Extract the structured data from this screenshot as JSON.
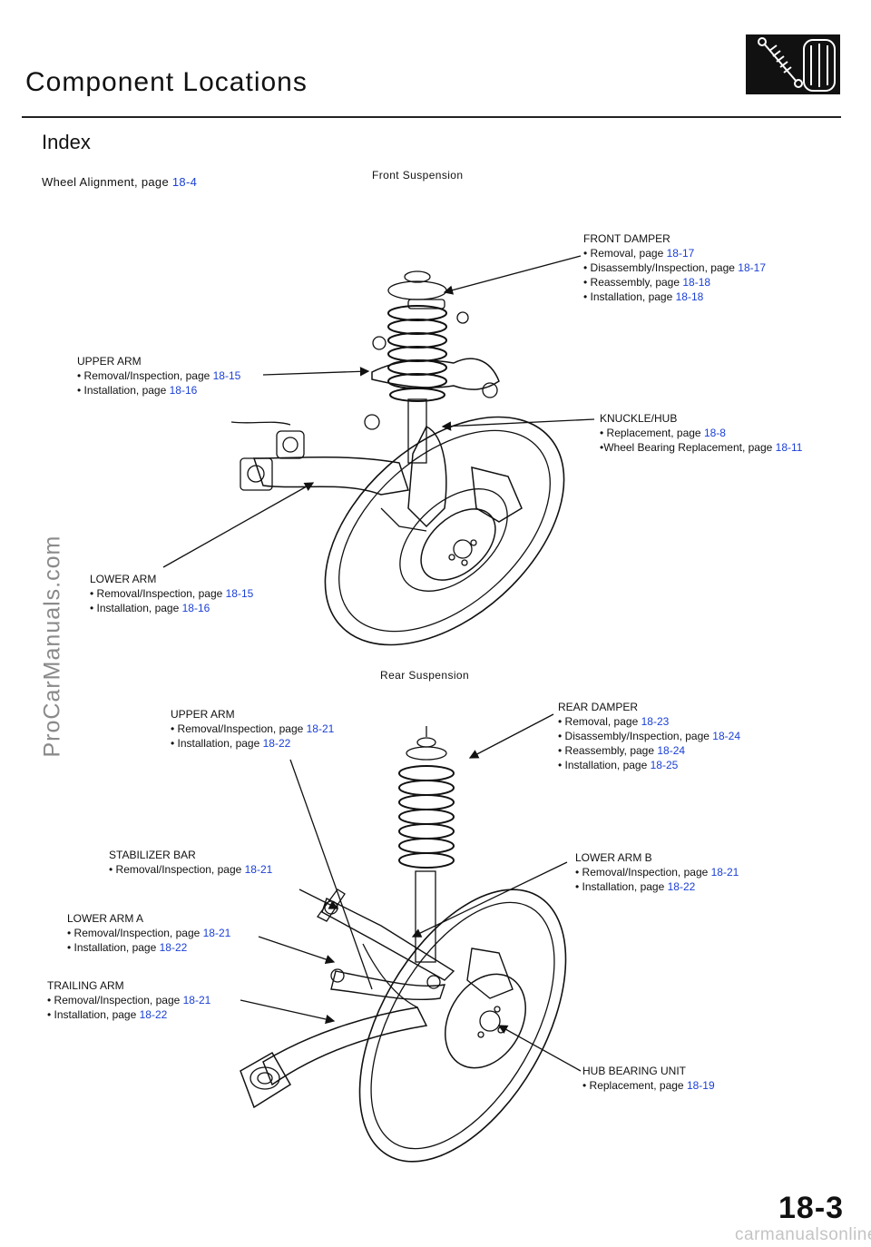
{
  "header": {
    "title": "Component Locations",
    "subtitle": "Index",
    "wheel_alignment": {
      "text": "Wheel Alignment, page ",
      "page": "18-4"
    }
  },
  "front": {
    "caption": "Front Suspension",
    "damper": {
      "name": "FRONT DAMPER",
      "items": [
        {
          "text": "• Removal, page ",
          "page": "18-17"
        },
        {
          "text": "• Disassembly/Inspection, page ",
          "page": "18-17"
        },
        {
          "text": "• Reassembly, page ",
          "page": "18-18"
        },
        {
          "text": "• Installation, page ",
          "page": "18-18"
        }
      ]
    },
    "upper_arm": {
      "name": "UPPER ARM",
      "items": [
        {
          "text": "• Removal/Inspection, page ",
          "page": "18-15"
        },
        {
          "text": "• Installation, page ",
          "page": "18-16"
        }
      ]
    },
    "knuckle": {
      "name": "KNUCKLE/HUB",
      "items": [
        {
          "text": "• Replacement, page ",
          "page": "18-8"
        },
        {
          "text": "•Wheel Bearing Replacement, page ",
          "page": "18-11"
        }
      ]
    },
    "lower_arm": {
      "name": "LOWER ARM",
      "items": [
        {
          "text": "• Removal/Inspection, page ",
          "page": "18-15"
        },
        {
          "text": "• Installation, page ",
          "page": "18-16"
        }
      ]
    }
  },
  "rear": {
    "caption": "Rear Suspension",
    "upper_arm": {
      "name": "UPPER ARM",
      "items": [
        {
          "text": "• Removal/Inspection, page ",
          "page": "18-21"
        },
        {
          "text": "• Installation, page ",
          "page": "18-22"
        }
      ]
    },
    "damper": {
      "name": "REAR DAMPER",
      "items": [
        {
          "text": "• Removal, page ",
          "page": "18-23"
        },
        {
          "text": "• Disassembly/Inspection, page ",
          "page": "18-24"
        },
        {
          "text": "• Reassembly, page ",
          "page": "18-24"
        },
        {
          "text": "• Installation, page ",
          "page": "18-25"
        }
      ]
    },
    "stabilizer": {
      "name": "STABILIZER BAR",
      "items": [
        {
          "text": "• Removal/Inspection, page ",
          "page": "18-21"
        }
      ]
    },
    "lower_arm_b": {
      "name": "LOWER ARM B",
      "items": [
        {
          "text": "• Removal/Inspection, page ",
          "page": "18-21"
        },
        {
          "text": "• Installation, page ",
          "page": "18-22"
        }
      ]
    },
    "lower_arm_a": {
      "name": "LOWER ARM A",
      "items": [
        {
          "text": "• Removal/Inspection, page ",
          "page": "18-21"
        },
        {
          "text": "• Installation, page ",
          "page": "18-22"
        }
      ]
    },
    "trailing_arm": {
      "name": "TRAILING ARM",
      "items": [
        {
          "text": "• Removal/Inspection, page ",
          "page": "18-21"
        },
        {
          "text": "• Installation, page ",
          "page": "18-22"
        }
      ]
    },
    "hub": {
      "name": "HUB BEARING UNIT",
      "items": [
        {
          "text": "• Replacement, page ",
          "page": "18-19"
        }
      ]
    }
  },
  "page_number": "18-3",
  "watermark": "ProCarManuals.com",
  "footer": "carmanualsonline.info",
  "colors": {
    "link": "#1a3fd6",
    "text": "#111111",
    "watermark": "#8a8a8a"
  },
  "icons": {
    "section_badge": "suspension-spring-tire-icon"
  }
}
